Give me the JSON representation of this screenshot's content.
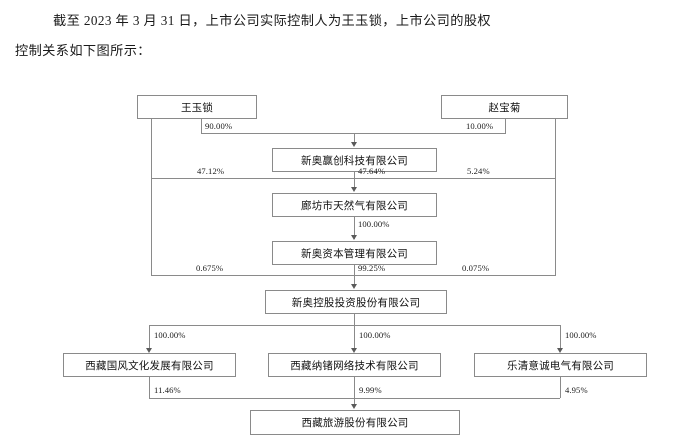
{
  "document": {
    "paragraph_lines": [
      "截至 2023 年 3 月 31 日，上市公司实际控制人为王玉锁，上市公司的股权",
      "控制关系如下图所示："
    ]
  },
  "diagram": {
    "type": "ownership-structure-chart",
    "nodes": {
      "wang_yusuo": "王玉锁",
      "zhao_baoju": "赵宝菊",
      "xinao_yingchuang": "新奥赢创科技有限公司",
      "langfang_gas": "廊坊市天然气有限公司",
      "xinao_capital": "新奥资本管理有限公司",
      "xinao_holding": "新奥控股投资股份有限公司",
      "xizang_guofeng": "西藏国风文化发展有限公司",
      "xizang_nage": "西藏纳锗网络技术有限公司",
      "leqing_yicheng": "乐清意诚电气有限公司",
      "xizang_tourism": "西藏旅游股份有限公司"
    },
    "percentages": {
      "wang_to_yingchuang": "90.00%",
      "zhao_to_yingchuang": "10.00%",
      "wang_to_langfang": "47.12%",
      "yingchuang_to_langfang": "47.64%",
      "zhao_to_langfang": "5.24%",
      "langfang_to_capital": "100.00%",
      "wang_to_holding": "0.675%",
      "capital_to_holding": "99.25%",
      "zhao_to_holding": "0.075%",
      "holding_to_guofeng": "100.00%",
      "holding_to_nage": "100.00%",
      "holding_to_leqing": "100.00%",
      "guofeng_to_tourism": "11.46%",
      "nage_to_tourism": "9.99%",
      "leqing_to_tourism": "4.95%"
    },
    "colors": {
      "box_border": "#8a8a8a",
      "line": "#8a8a8a",
      "text": "#111111",
      "background": "#ffffff"
    }
  }
}
